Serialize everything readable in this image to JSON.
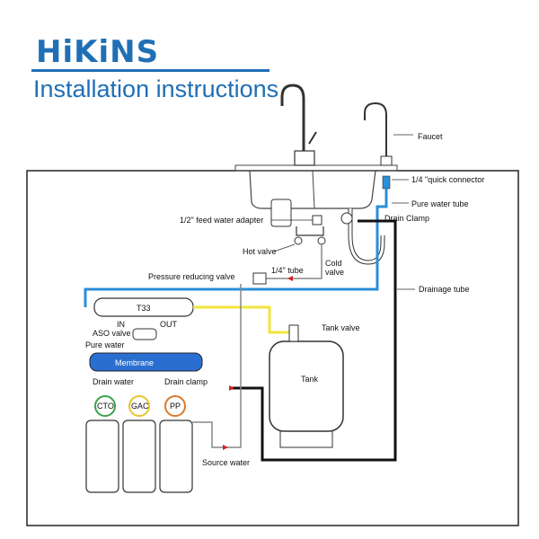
{
  "header": {
    "brand": "HiKiNS",
    "subtitle": "Installation instructions"
  },
  "labels": {
    "faucet": "Faucet",
    "quick_connector": "1/4 \"quick connector",
    "pure_water_tube": "Pure water tube",
    "feed_adapter": "1/2\" feed water adapter",
    "drain_clamp_top": "Drain Clamp",
    "hot_valve": "Hot valve",
    "cold_valve_1": "Cold",
    "cold_valve_2": "valve",
    "quarter_tube": "1/4\" tube",
    "pressure_valve": "Pressure reducing valve",
    "drainage_tube": "Drainage tube",
    "t33": "T33",
    "in": "IN",
    "out": "OUT",
    "aso_valve": "ASO valve",
    "pure_water": "Pure water",
    "membrane": "Membrane",
    "drain_water": "Drain water",
    "drain_clamp": "Drain clamp",
    "tank_valve": "Tank valve",
    "tank": "Tank",
    "cto": "CTO",
    "gac": "GAC",
    "pp": "PP",
    "source_water": "Source water"
  },
  "colors": {
    "brand": "#1f6fb5",
    "pure_water_line": "#2a8fd8",
    "feed_line": "#f2e53c",
    "drain_line": "#111111",
    "source_arrow": "#d62020",
    "cto_ring": "#3aa34a",
    "gac_ring": "#e6c52a",
    "pp_ring": "#d97a2b",
    "membrane": "#2a6fd0"
  }
}
